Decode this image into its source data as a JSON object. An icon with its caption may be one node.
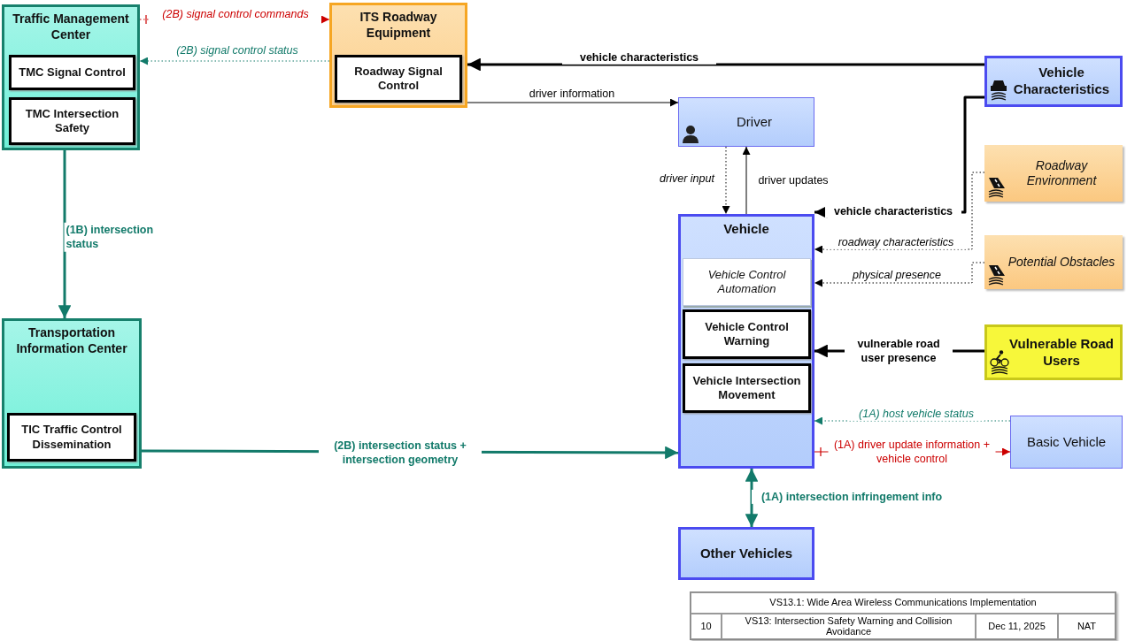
{
  "diagram": {
    "nodes": [
      {
        "text": [
          "Traffic Management Center"
        ]
      },
      {
        "text": [
          "TMC Signal Control"
        ],
        "in": 0
      },
      {
        "text": [
          "TMC Intersection Safety"
        ],
        "in": 0
      },
      {
        "text": [
          "ITS Roadway Equipment"
        ]
      },
      {
        "text": [
          "Roadway Signal Control"
        ],
        "in": 3
      },
      {
        "text": [
          "Driver"
        ]
      },
      {
        "text": [
          "Vehicle Characteristics"
        ]
      },
      {
        "text": [
          "Roadway Environment"
        ]
      },
      {
        "text": [
          "Vehicle"
        ]
      },
      {
        "text": [
          "Vehicle Control Automation"
        ],
        "in": 8
      },
      {
        "text": [
          "Vehicle Control Warning"
        ],
        "in": 8
      },
      {
        "text": [
          "Vehicle Intersection Movement"
        ],
        "in": 8
      },
      {
        "text": [
          "Potential Obstacles"
        ]
      },
      {
        "text": [
          "Vulnerable Road Users"
        ]
      },
      {
        "text": [
          "Transportation Information Center"
        ]
      },
      {
        "text": [
          "TIC Traffic Control Dissemination"
        ],
        "in": 14
      },
      {
        "text": [
          "Basic Vehicle"
        ]
      },
      {
        "text": [
          "Other Vehicles"
        ]
      }
    ],
    "edges": [
      {
        "from": 0,
        "to": 3,
        "arrow": "to",
        "label": "(2B) signal control commands",
        "style": "dashed",
        "color": "#cc0000"
      },
      {
        "from": 3,
        "to": 0,
        "arrow": "to",
        "label": "(2B) signal control status",
        "style": "dashed",
        "color": "#127a6a"
      },
      {
        "from": 6,
        "to": 3,
        "arrow": "to",
        "label": "vehicle characteristics",
        "style": "thick"
      },
      {
        "from": 3,
        "to": 5,
        "arrow": "to",
        "label": "driver information"
      },
      {
        "from": 5,
        "to": 8,
        "arrow": "to",
        "label": "driver input",
        "style": "dashed"
      },
      {
        "from": 8,
        "to": 5,
        "arrow": "to",
        "label": "driver updates"
      },
      {
        "from": 6,
        "to": 8,
        "arrow": "to",
        "label": "vehicle characteristics",
        "style": "thick"
      },
      {
        "from": 7,
        "to": 8,
        "arrow": "to",
        "label": "roadway characteristics",
        "style": "dashed"
      },
      {
        "from": 12,
        "to": 8,
        "arrow": "to",
        "label": "physical presence",
        "style": "dashed"
      },
      {
        "from": 13,
        "to": 8,
        "arrow": "to",
        "label": "vulnerable road user presence",
        "style": "thick"
      },
      {
        "from": 0,
        "to": 14,
        "arrow": "to",
        "label": "(1B) intersection status",
        "style": "thick",
        "color": "#127a6a"
      },
      {
        "from": 14,
        "to": 8,
        "arrow": "to",
        "label": "(2B) intersection status + intersection geometry",
        "style": "thick",
        "color": "#127a6a"
      },
      {
        "from": 16,
        "to": 8,
        "arrow": "to",
        "label": "(1A) host vehicle status",
        "style": "dashed",
        "color": "#127a6a"
      },
      {
        "from": 8,
        "to": 16,
        "arrow": "to",
        "label": "(1A) driver update information + vehicle control",
        "color": "#cc0000"
      },
      {
        "from": 8,
        "to": 17,
        "arrow": "both",
        "label": "(1A) intersection infringement info",
        "style": "thick",
        "color": "#127a6a"
      }
    ],
    "labels": [
      "VS13.1: Wide Area Wireless Communications Implementation",
      "10",
      "VS13: Intersection Safety Warning and Collision Avoidance",
      "Dec 11, 2025",
      "NAT"
    ]
  }
}
